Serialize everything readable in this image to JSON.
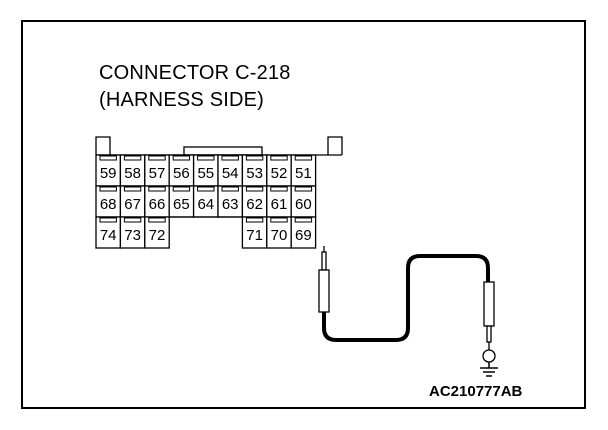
{
  "connector": {
    "title": "CONNECTOR C-218",
    "subtitle": "(HARNESS SIDE)",
    "pins": {
      "row1": [
        "59",
        "58",
        "57",
        "56",
        "55",
        "54",
        "53",
        "52",
        "51"
      ],
      "row2": [
        "68",
        "67",
        "66",
        "65",
        "64",
        "63",
        "62",
        "61",
        "60"
      ],
      "row3_left": [
        "74",
        "73",
        "72"
      ],
      "row3_right": [
        "71",
        "70",
        "69"
      ]
    }
  },
  "reference_code": "AC210777AB",
  "icons": {
    "probe": "test-probe-icon",
    "ground": "ground-icon"
  }
}
